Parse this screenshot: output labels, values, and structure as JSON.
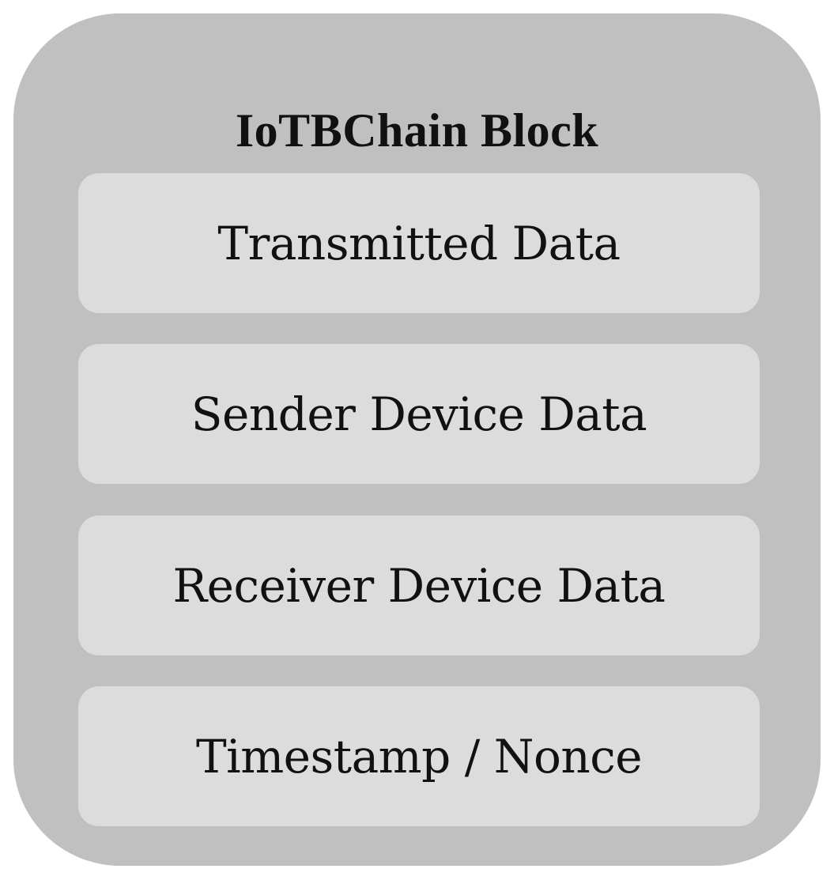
{
  "diagram": {
    "title": "IoTBChain Block",
    "fields": [
      {
        "label": "Transmitted Data"
      },
      {
        "label": "Sender Device Data"
      },
      {
        "label": "Receiver Device Data"
      },
      {
        "label": "Timestamp / Nonce"
      }
    ],
    "colors": {
      "outer_block": "#c0c0c0",
      "field_box": "#dcdcdc",
      "text": "#111111"
    }
  }
}
